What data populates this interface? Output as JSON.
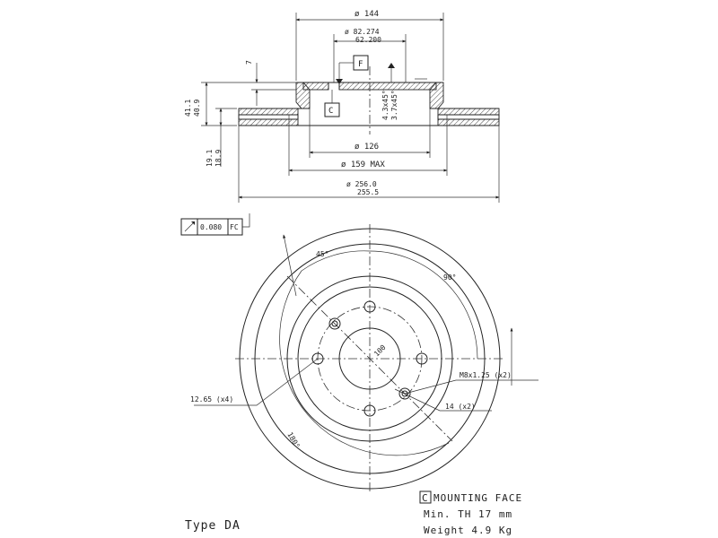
{
  "section_dims": {
    "d144": "ø 144",
    "d82_274": "ø 82.274",
    "d62_200": "62.200",
    "d7": "7",
    "d41_1": "41.1",
    "d40_9": "40.9",
    "d19_1": "19.1",
    "d18_9": "18.9",
    "chamfer1": "4.3x45°",
    "chamfer2": "3.7x45°",
    "d126": "ø 126",
    "d159": "ø 159 MAX",
    "d256_0": "ø 256.0",
    "d255_5": "255.5"
  },
  "datum_labels": {
    "f": "F",
    "c": "C"
  },
  "runout": {
    "value": "0.080",
    "ref": "FC"
  },
  "front_view": {
    "angle_45": "45°",
    "angle_90": "90°",
    "angle_180": "180°",
    "pcd": "100",
    "hole_spec": "12.65 (x4)",
    "thread_spec": "M8x1.25 (x2)",
    "pin_spec": "14 (x2)"
  },
  "notes": {
    "mounting_face_key": "C",
    "mounting_face": "MOUNTING FACE",
    "min_th": "Min. TH 17  mm",
    "weight": "Weight 4.9 Kg",
    "type": "Type DA"
  },
  "colors": {
    "line": "#222222",
    "background": "#ffffff"
  }
}
